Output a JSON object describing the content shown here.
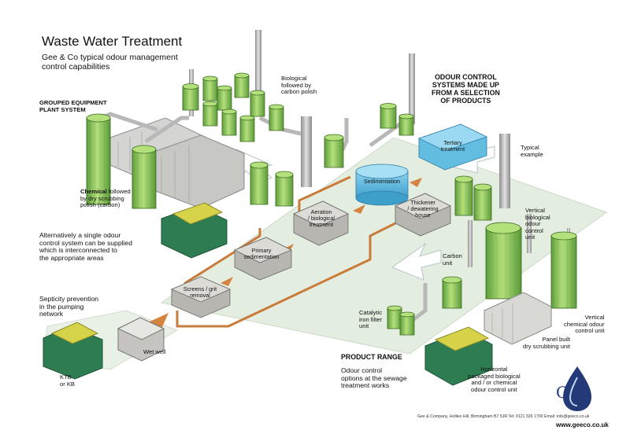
{
  "header": {
    "title": "Waste Water Treatment",
    "subtitle": "Gee & Co typical odour management\ncontrol capabilities"
  },
  "labels": {
    "grouped_equipment": "GROUPED EQUIPMENT\nPLANT SYSTEM",
    "biological": "Biological\nfollowed by\ncarbon polish",
    "odour_systems": "ODOUR CONTROL\nSYSTEMS MADE UP\nFROM A SELECTION\nOF PRODUCTS",
    "typical_example": "Typical\nexample",
    "chemical_bold": "Chemical",
    "chemical_rest": " followed\nby dry scrubbing\npolish (carbon)",
    "alternatively": "Alternatively a single odour\ncontrol system can be supplied\nwhich is interconnected to\nthe appropriate areas",
    "septicity": "Septicity prevention\nin the pumping\nnetwork",
    "wet_well": "Wet well",
    "ktb": "KTB\nor KB",
    "vertical_bio": "Vertical\nbiological\nodour\ncontrol\nunit",
    "carbon_unit": "Carbon\nunit",
    "catalytic": "Catalytic\niron filter\nunit",
    "panel_built": "Panel built\ndry scrubbing unit",
    "vertical_chem": "Vertical\nchemical odour\ncontrol unit",
    "horizontal": "Horizontal\npackaged biological\nand / or chemical\nodour control unit",
    "product_range": "PRODUCT RANGE",
    "odour_options": "Odour control\noptions at the sewage\ntreatment works"
  },
  "stages": {
    "screens": "Screens / grit\nremoval",
    "primary": "Primary\nsedimentation",
    "aeration": "Aeration\n/ biological\ntreatment",
    "sedimentation": "Sedimentation",
    "thickener": "Thickener\n/ dewatering\nhouse",
    "tertiary": "Tertiary\ntreatment"
  },
  "footer": {
    "address": "Gee & Company, Hollies Hill, Birmingham B7 5JR    Tel: 0121 326 1700    Email: info@geeco.co.uk",
    "website": "www.geeco.co.uk",
    "logo": "G  E"
  },
  "colors": {
    "ground": "#e4eee0",
    "tank_green": "#9cd46a",
    "tank_dark": "#5f9e3c",
    "pipe_orange": "#c97b3a",
    "water_blue": "#6cc5e6",
    "box_grey": "#b8b6b0",
    "logo_blue": "#243a78"
  }
}
